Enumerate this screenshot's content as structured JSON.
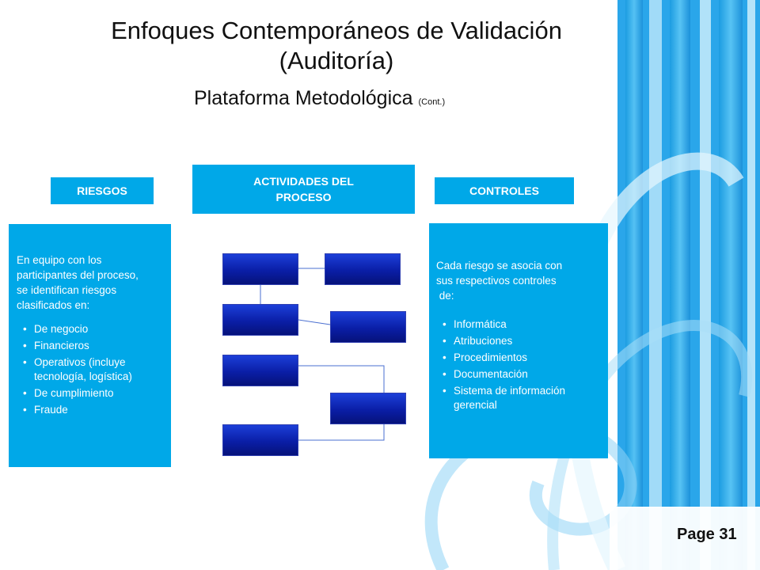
{
  "slide": {
    "title_line1": "Enfoques Contemporáneos de Validación",
    "title_line2": "(Auditoría)",
    "subtitle": "Plataforma Metodológica",
    "subtitle_suffix": "(Cont.)"
  },
  "headers": {
    "riesgos": "RIESGOS",
    "actividades_line1": "ACTIVIDADES DEL",
    "actividades_line2": "PROCESO",
    "controles": "CONTROLES"
  },
  "riesgos_panel": {
    "intro": [
      "En equipo con los",
      "participantes del proceso,",
      "se identifican riesgos",
      "clasificados en:"
    ],
    "items": [
      "De negocio",
      "Financieros",
      "Operativos (incluye tecnología, logística)",
      "De cumplimiento",
      "Fraude"
    ]
  },
  "controles_panel": {
    "intro": [
      "Cada riesgo se asocia con",
      "sus respectivos controles",
      " de:"
    ],
    "items": [
      "Informática",
      "Atribuciones",
      "Procedimientos",
      "Documentación",
      "Sistema de información gerencial"
    ]
  },
  "page": {
    "label": "Page 31"
  },
  "colors": {
    "accent": "#00a8e8",
    "process_box": "#0a1ea6"
  }
}
